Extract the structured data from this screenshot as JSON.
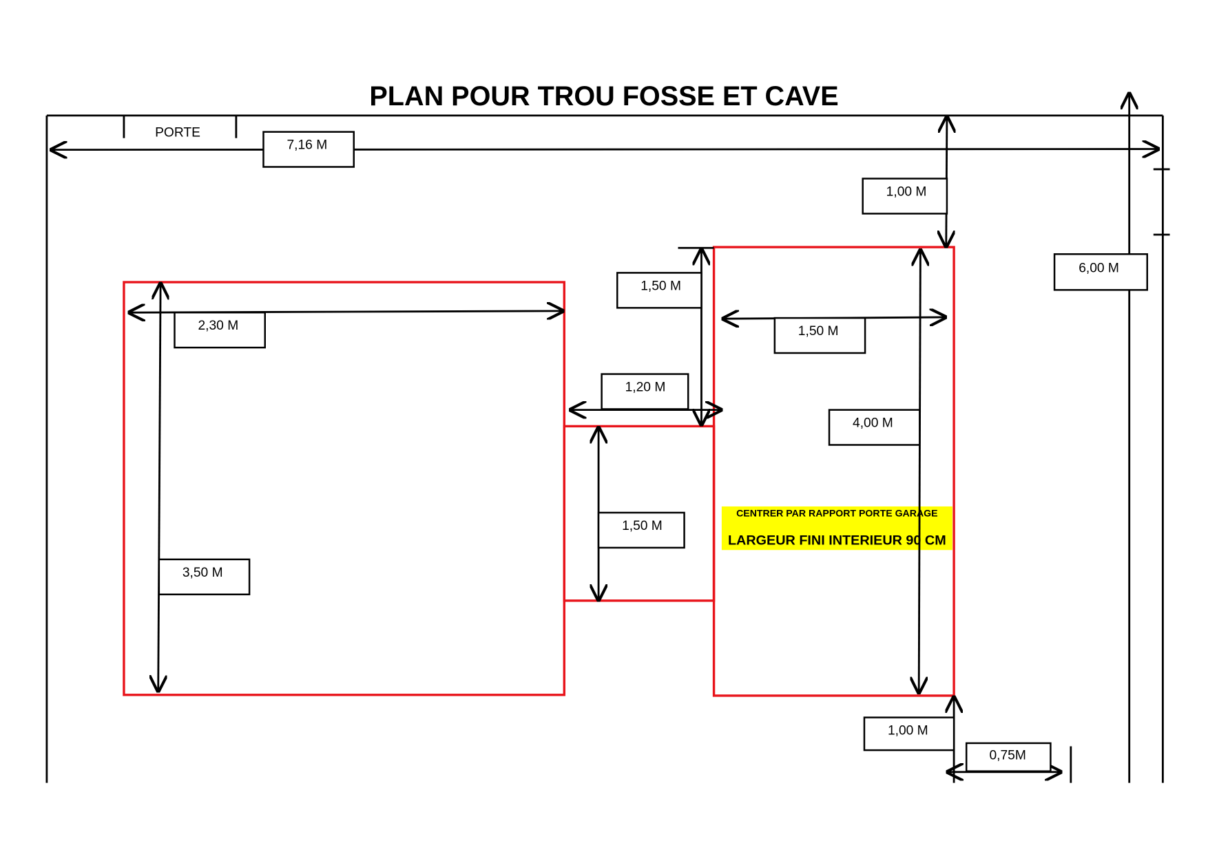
{
  "title": "PLAN POUR TROU FOSSE ET CAVE",
  "door_label": "PORTE",
  "dimensions": {
    "total_width": "7,16 M",
    "top_offset": "1,00 M",
    "total_depth": "6,00 M",
    "fosse_width": "2,30 M",
    "fosse_length": "3,50 M",
    "link_offset": "1,50 M",
    "link_width": "1,20 M",
    "link_length": "1,50 M",
    "cave_width": "1,50 M",
    "cave_length": "4,00 M",
    "bottom_offset": "1,00 M",
    "side_offset": "0,75M"
  },
  "note": {
    "line1": "CENTRER PAR RAPPORT PORTE GARAGE",
    "line2": "LARGEUR FINI INTERIEUR 90 CM"
  },
  "colors": {
    "outline": "#e8141b",
    "highlight": "#ffff00"
  }
}
